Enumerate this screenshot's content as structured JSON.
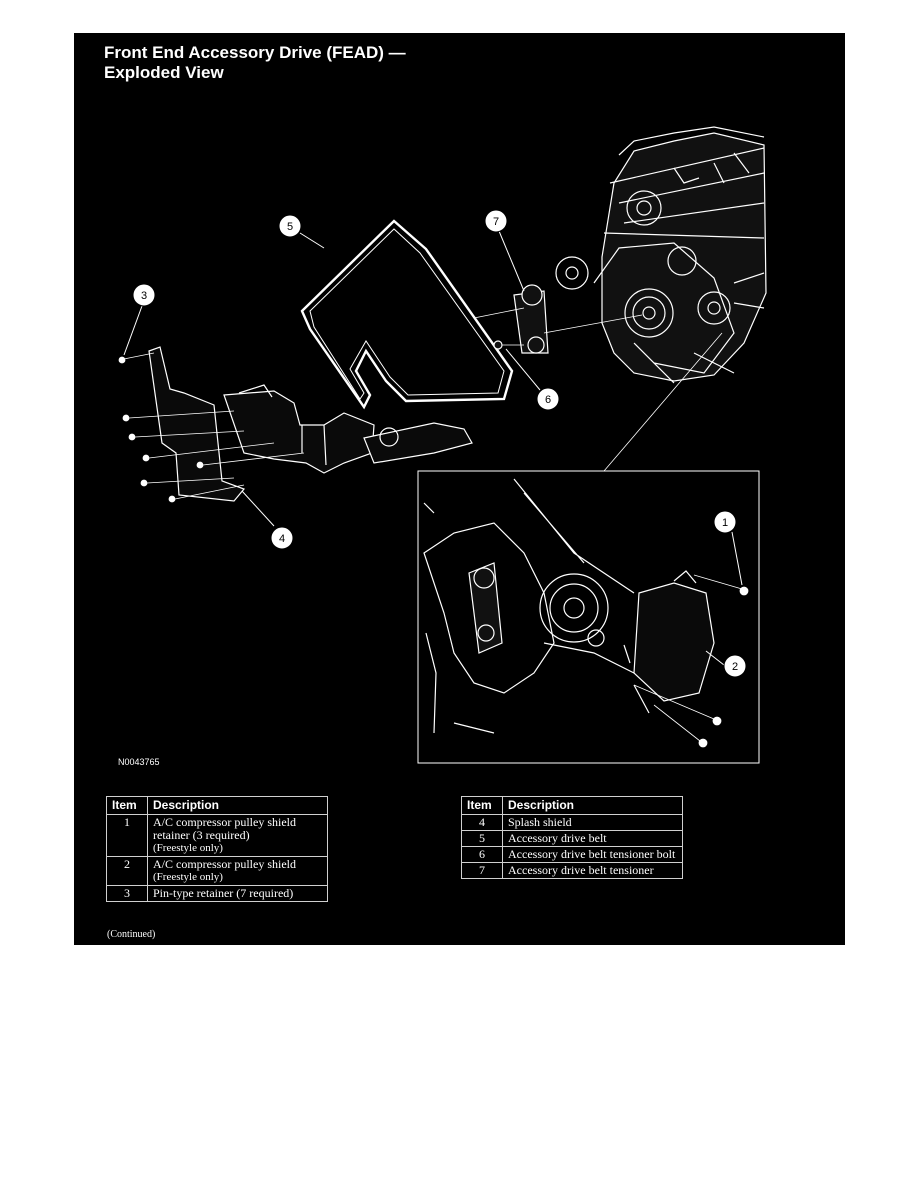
{
  "title_line1": "Front End Accessory Drive (FEAD) —",
  "title_line2": "Exploded View",
  "figure_code": "N0043765",
  "callouts": {
    "c1": "1",
    "c2": "2",
    "c3": "3",
    "c4": "4",
    "c5": "5",
    "c6": "6",
    "c7": "7"
  },
  "table_headers": {
    "item": "Item",
    "description": "Description"
  },
  "table_left": [
    {
      "item": "1",
      "description": "A/C compressor pulley shield retainer (3 required)",
      "note": "(Freestyle only)"
    },
    {
      "item": "2",
      "description": "A/C compressor pulley shield",
      "note": "(Freestyle only)"
    },
    {
      "item": "3",
      "description": "Pin-type retainer (7 required)",
      "note": ""
    }
  ],
  "table_right": [
    {
      "item": "4",
      "description": "Splash shield"
    },
    {
      "item": "5",
      "description": "Accessory drive belt"
    },
    {
      "item": "6",
      "description": "Accessory drive belt tensioner bolt"
    },
    {
      "item": "7",
      "description": "Accessory drive belt tensioner"
    }
  ],
  "continued": "(Continued)"
}
